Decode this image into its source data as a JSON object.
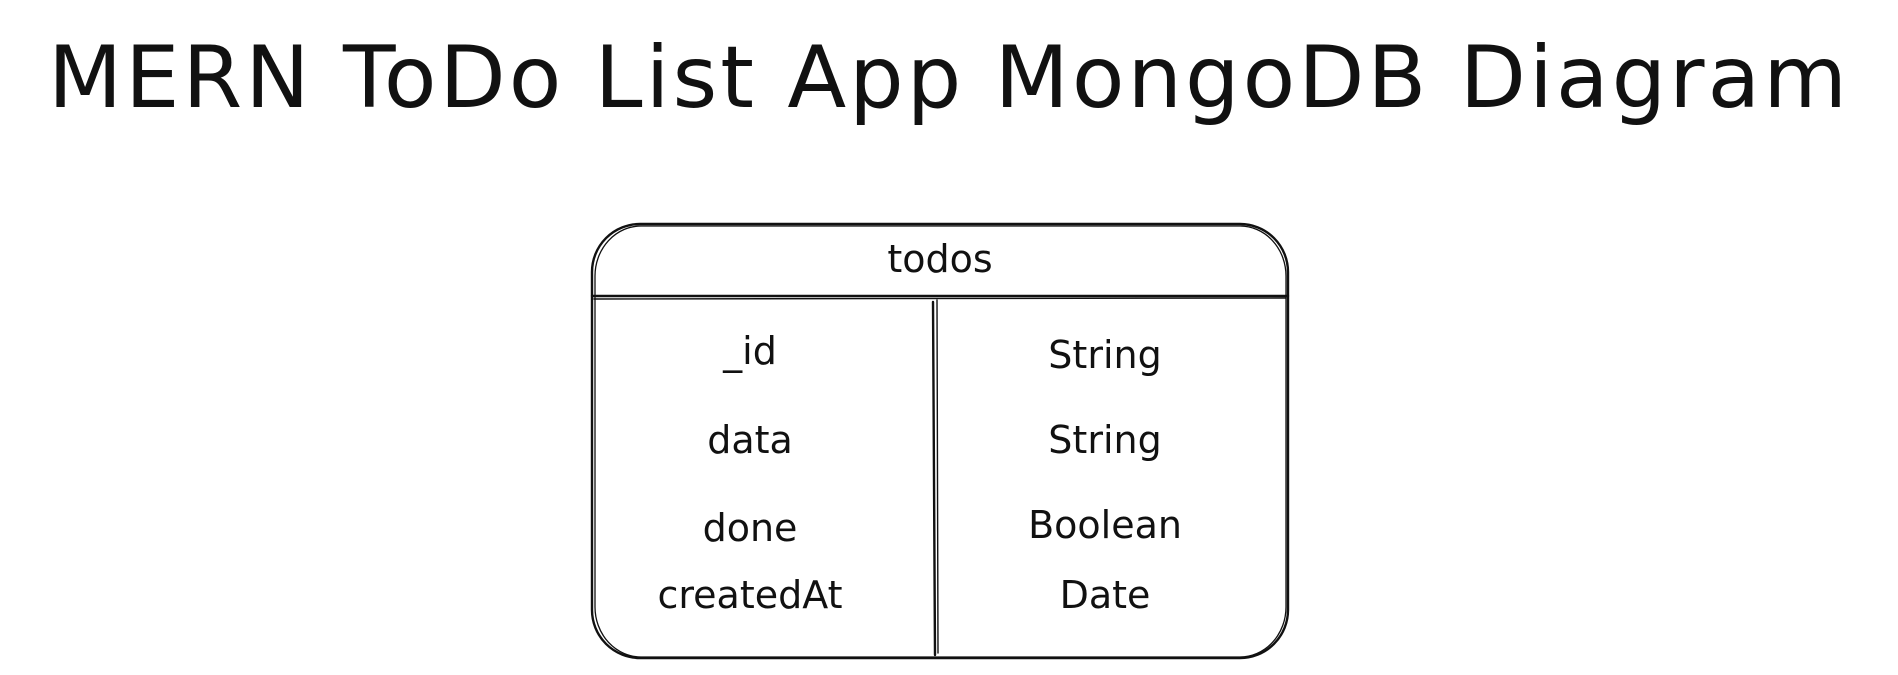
{
  "title": "MERN ToDo List App MongoDB Diagram",
  "collection": {
    "name": "todos",
    "fields": [
      {
        "name": "_id",
        "type": "String"
      },
      {
        "name": "data",
        "type": "String"
      },
      {
        "name": "done",
        "type": "Boolean"
      },
      {
        "name": "createdAt",
        "type": "Date"
      }
    ]
  }
}
